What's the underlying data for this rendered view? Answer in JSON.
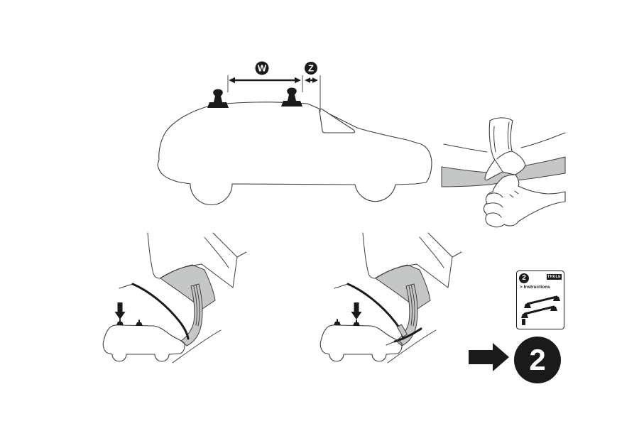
{
  "colors": {
    "background": "#ffffff",
    "ink": "#1a1a1a",
    "line_art": "#3d3d3d",
    "shade_gray": "#c5c7c6"
  },
  "dimension_diagram": {
    "w_label": "W",
    "z_label": "Z"
  },
  "instructions_card": {
    "step_number": "2",
    "brand": "THULE",
    "title": "> Instructions"
  },
  "step_indicator": {
    "number": "2"
  }
}
